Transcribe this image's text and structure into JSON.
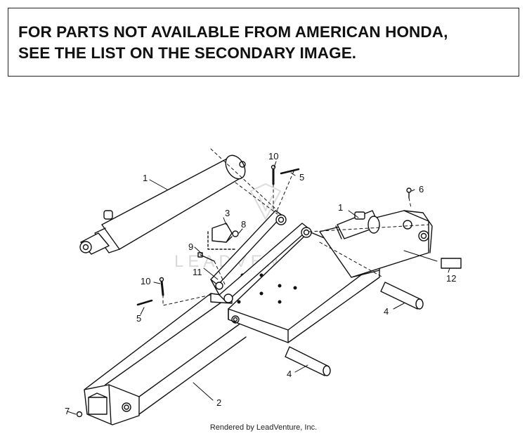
{
  "notice": {
    "line1": "FOR PARTS NOT AVAILABLE FROM AMERICAN HONDA,",
    "line2": "SEE THE LIST ON THE SECONDARY IMAGE."
  },
  "callouts": {
    "c1a": "1",
    "c1b": "1",
    "c2": "2",
    "c3": "3",
    "c4a": "4",
    "c4b": "4",
    "c5a": "5",
    "c5b": "5",
    "c6": "6",
    "c7": "7",
    "c8": "8",
    "c9": "9",
    "c10a": "10",
    "c10b": "10",
    "c11": "11",
    "c12": "12"
  },
  "watermark": "LEADVENTURE",
  "footer": "Rendered by LeadVenture, Inc."
}
